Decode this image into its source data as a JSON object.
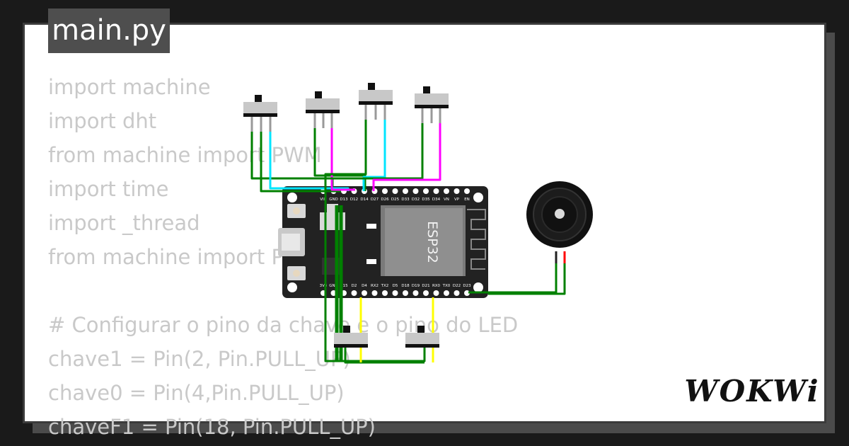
{
  "window": {
    "file_tab": "main.py"
  },
  "code": {
    "lines": [
      "import machine",
      "import dht",
      "from machine import PWM",
      "import time",
      "import _thread",
      "from machine import Pin",
      "",
      "# Configurar o pino da chave e o pino do LED",
      "chave1 = Pin(2, Pin.PULL_UP)",
      "chave0 = Pin(4,Pin.PULL_UP)",
      "chaveF1 = Pin(18, Pin.PULL_UP)"
    ]
  },
  "board": {
    "chip_label": "ESP32",
    "top_pins": [
      "VIN",
      "GND",
      "D13",
      "D12",
      "D14",
      "D27",
      "D26",
      "D25",
      "D33",
      "D32",
      "D35",
      "D34",
      "VN",
      "VP",
      "EN"
    ],
    "bottom_pins": [
      "3V3",
      "GND",
      "D15",
      "D2",
      "D4",
      "RX2",
      "TX2",
      "D5",
      "D18",
      "D19",
      "D21",
      "RX0",
      "TX0",
      "D22",
      "D23"
    ]
  },
  "brand": {
    "logo_text": "WOKWi"
  },
  "colors": {
    "wire_green": "#008000",
    "wire_cyan": "#00e5ff",
    "wire_magenta": "#ff00ff",
    "wire_yellow": "#ffff00",
    "board_body": "#222222",
    "chip_shield": "#8f8f8f",
    "tab_background": "#4e4e4e"
  }
}
